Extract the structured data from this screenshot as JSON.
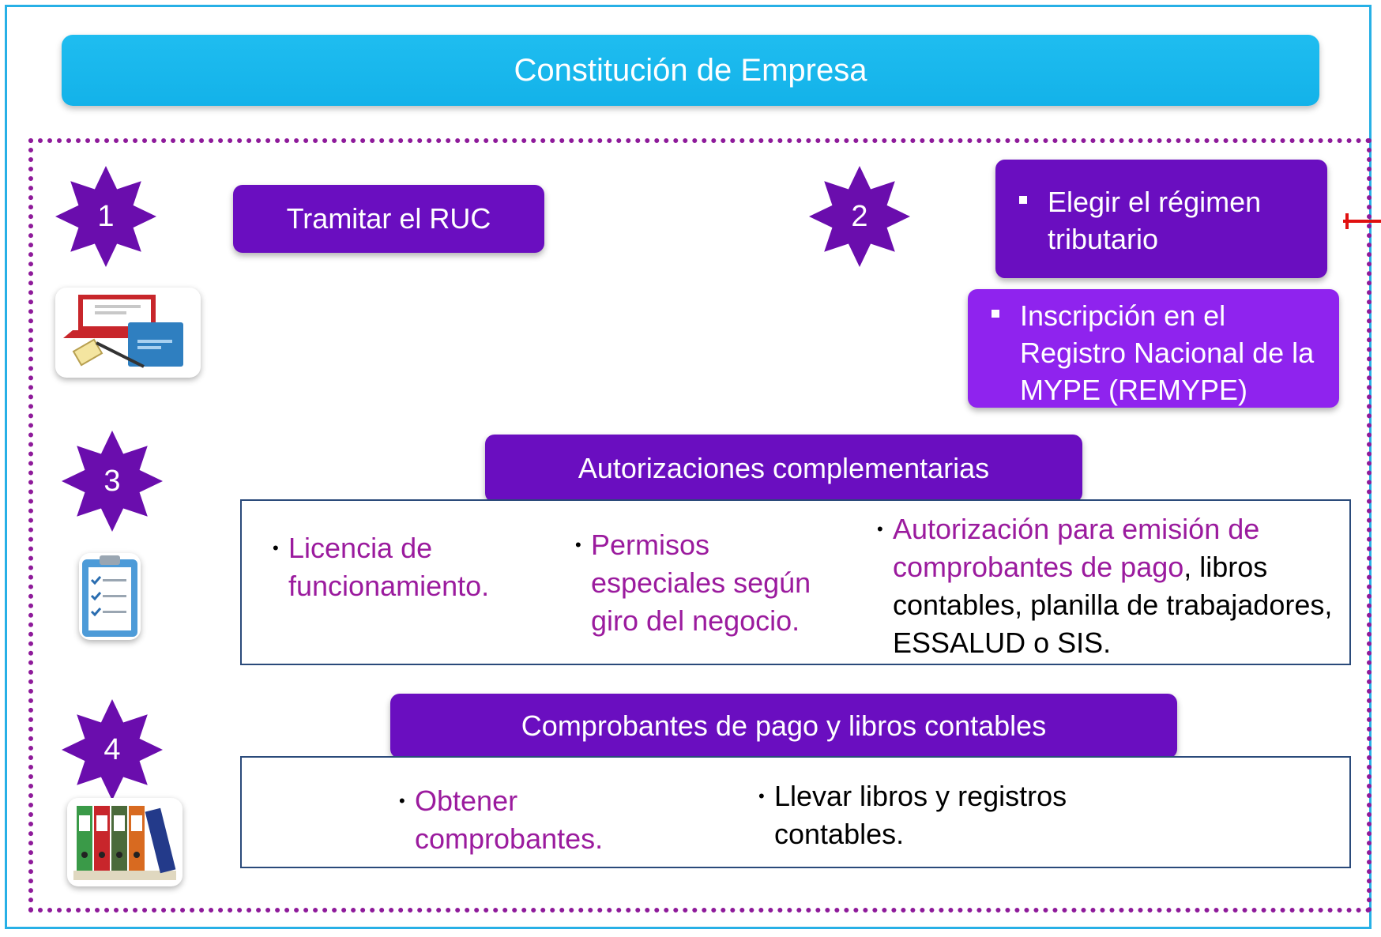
{
  "title": "Constitución de Empresa",
  "steps": {
    "step1": {
      "number": "1",
      "label": "Tramitar el RUC"
    },
    "step2": {
      "number": "2",
      "bullet1": "Elegir el régimen tributario",
      "bullet2": "Inscripción en el Registro Nacional de la MYPE (REMYPE)"
    },
    "step3": {
      "number": "3",
      "label": "Autorizaciones complementarias",
      "items": [
        "Licencia de funcionamiento.",
        "Permisos especiales según giro del negocio."
      ],
      "item3_highlight": "Autorización para emisión de comprobantes de pago",
      "item3_rest": ", libros contables, planilla de trabajadores, ESSALUD o SIS."
    },
    "step4": {
      "number": "4",
      "label": "Comprobantes de pago y libros contables",
      "items": [
        "Obtener comprobantes.",
        "Llevar libros y registros contables."
      ]
    }
  },
  "colors": {
    "title_bar": "#13b2e9",
    "pill": "#6a0ec0",
    "pill_light": "#8f23ee",
    "star": "#6a0dad",
    "highlight_text": "#9b1b9e",
    "dotted_border": "#8e1a9a"
  },
  "icons": [
    "computer-registration-icon",
    "checklist-clipboard-icon",
    "binders-icon"
  ]
}
